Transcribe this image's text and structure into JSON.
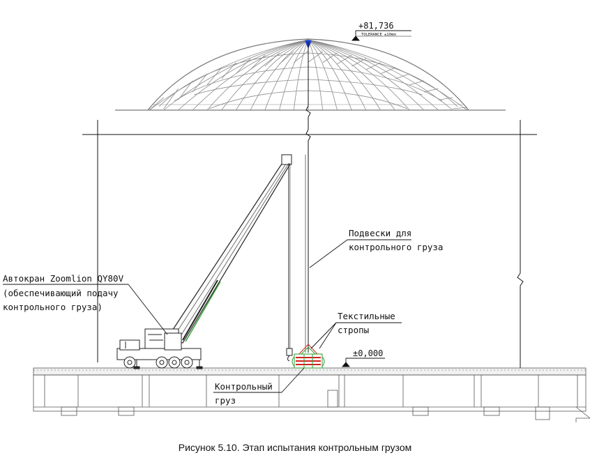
{
  "dome": {
    "elevation_label": "+81,736",
    "tolerance_label": "TOLERANCE  ±10mm"
  },
  "annotations": {
    "crane_line1": "Автокран Zoomlion QY80V",
    "crane_line2": "(обеспечивающий подачу",
    "crane_line3": "контрольного груза)",
    "hangers_line1": "Подвески для",
    "hangers_line2": "контрольного груза",
    "slings_line1": "Текстильные",
    "slings_line2": "стропы",
    "floor_level": "±0,000",
    "load_line1": "Контрольный",
    "load_line2": "груз"
  },
  "caption": "Рисунок 5.10. Этап испытания контрольным грузом",
  "colors": {
    "line": "#111111",
    "structure": "#7a7a7a",
    "sling_green": "#2e9e2e",
    "sling_red": "#d42020",
    "marker_blue": "#1a3fd6"
  }
}
